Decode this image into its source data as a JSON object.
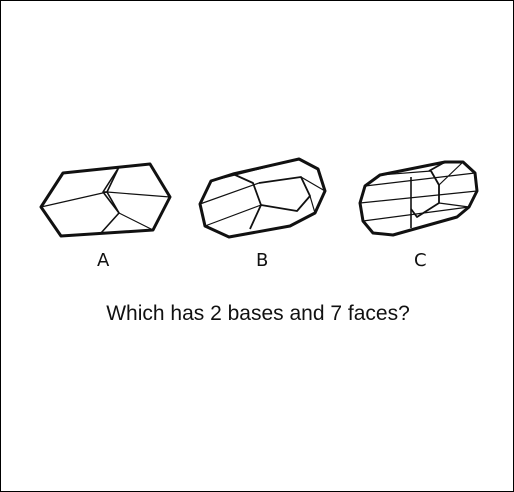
{
  "figure": {
    "options": [
      {
        "label": "A",
        "sides": 6
      },
      {
        "label": "B",
        "sides": 7
      },
      {
        "label": "C",
        "sides": 8
      }
    ]
  },
  "question": "Which has 2 bases and 7 faces?",
  "colors": {
    "stroke": "#111111",
    "background": "#ffffff"
  }
}
